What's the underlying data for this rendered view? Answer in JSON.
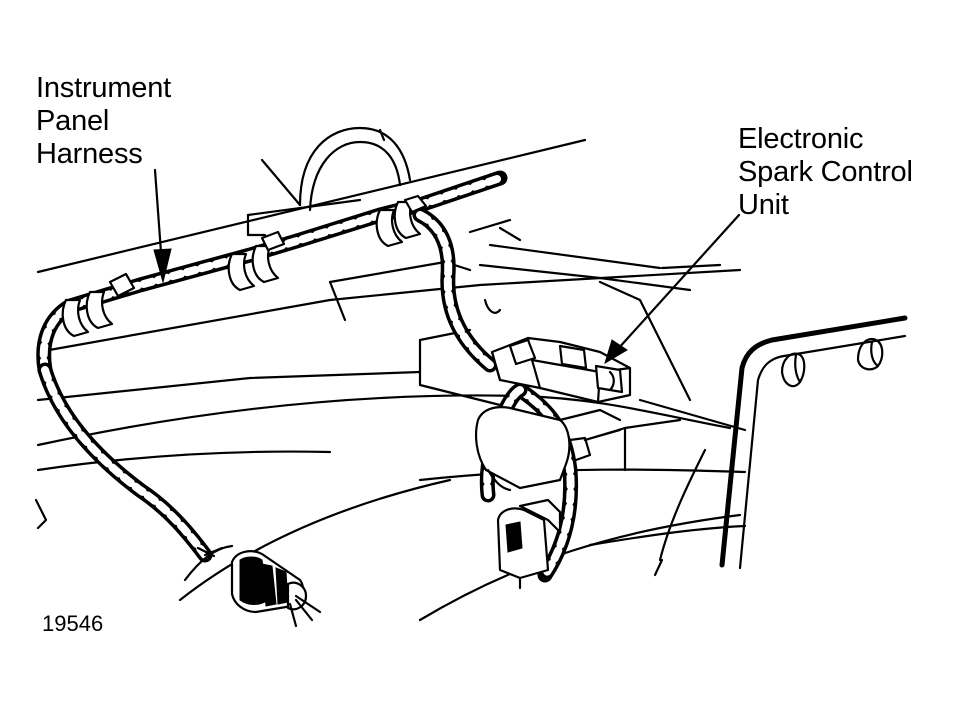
{
  "labels": {
    "instrument_panel_harness": "Instrument\nPanel\nHarness",
    "electronic_spark_control_unit": "Electronic\nSpark Control\nUnit"
  },
  "figure_number": "19546",
  "colors": {
    "ink": "#000000",
    "paper": "#ffffff"
  }
}
